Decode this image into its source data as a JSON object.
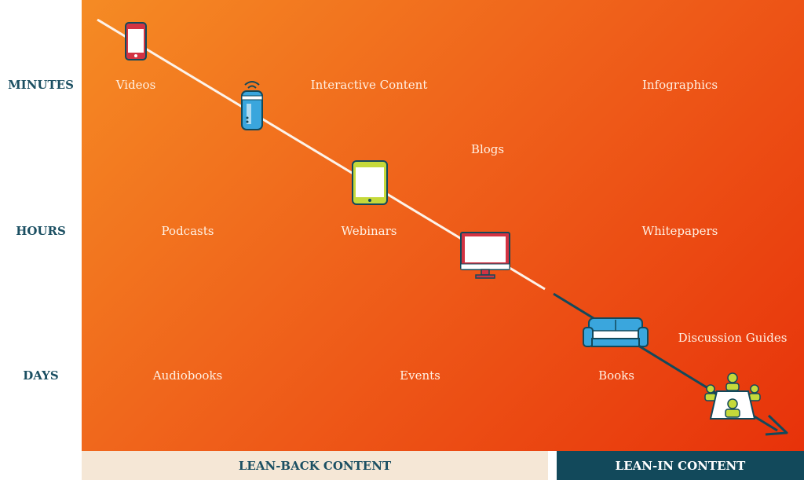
{
  "axis": {
    "minutes": "MINUTES",
    "hours": "HOURS",
    "days": "DAYS"
  },
  "items": {
    "videos": "Videos",
    "interactive": "Interactive Content",
    "infographics": "Infographics",
    "blogs": "Blogs",
    "podcasts": "Podcasts",
    "webinars": "Webinars",
    "whitepapers": "Whitepapers",
    "discussion": "Discussion Guides",
    "audiobooks": "Audiobooks",
    "events": "Events",
    "books": "Books"
  },
  "bottom": {
    "lean_back": "LEAN-BACK CONTENT",
    "lean_in": "LEAN-IN CONTENT"
  },
  "colors": {
    "navy": "#12495b",
    "cream": "#f5e7d6",
    "blue": "#3aa6dd",
    "lime": "#c5d93a",
    "red": "#d23343"
  },
  "icons": [
    "smartphone-icon",
    "smart-speaker-icon",
    "tablet-icon",
    "desktop-monitor-icon",
    "sofa-icon",
    "meeting-table-icon"
  ]
}
